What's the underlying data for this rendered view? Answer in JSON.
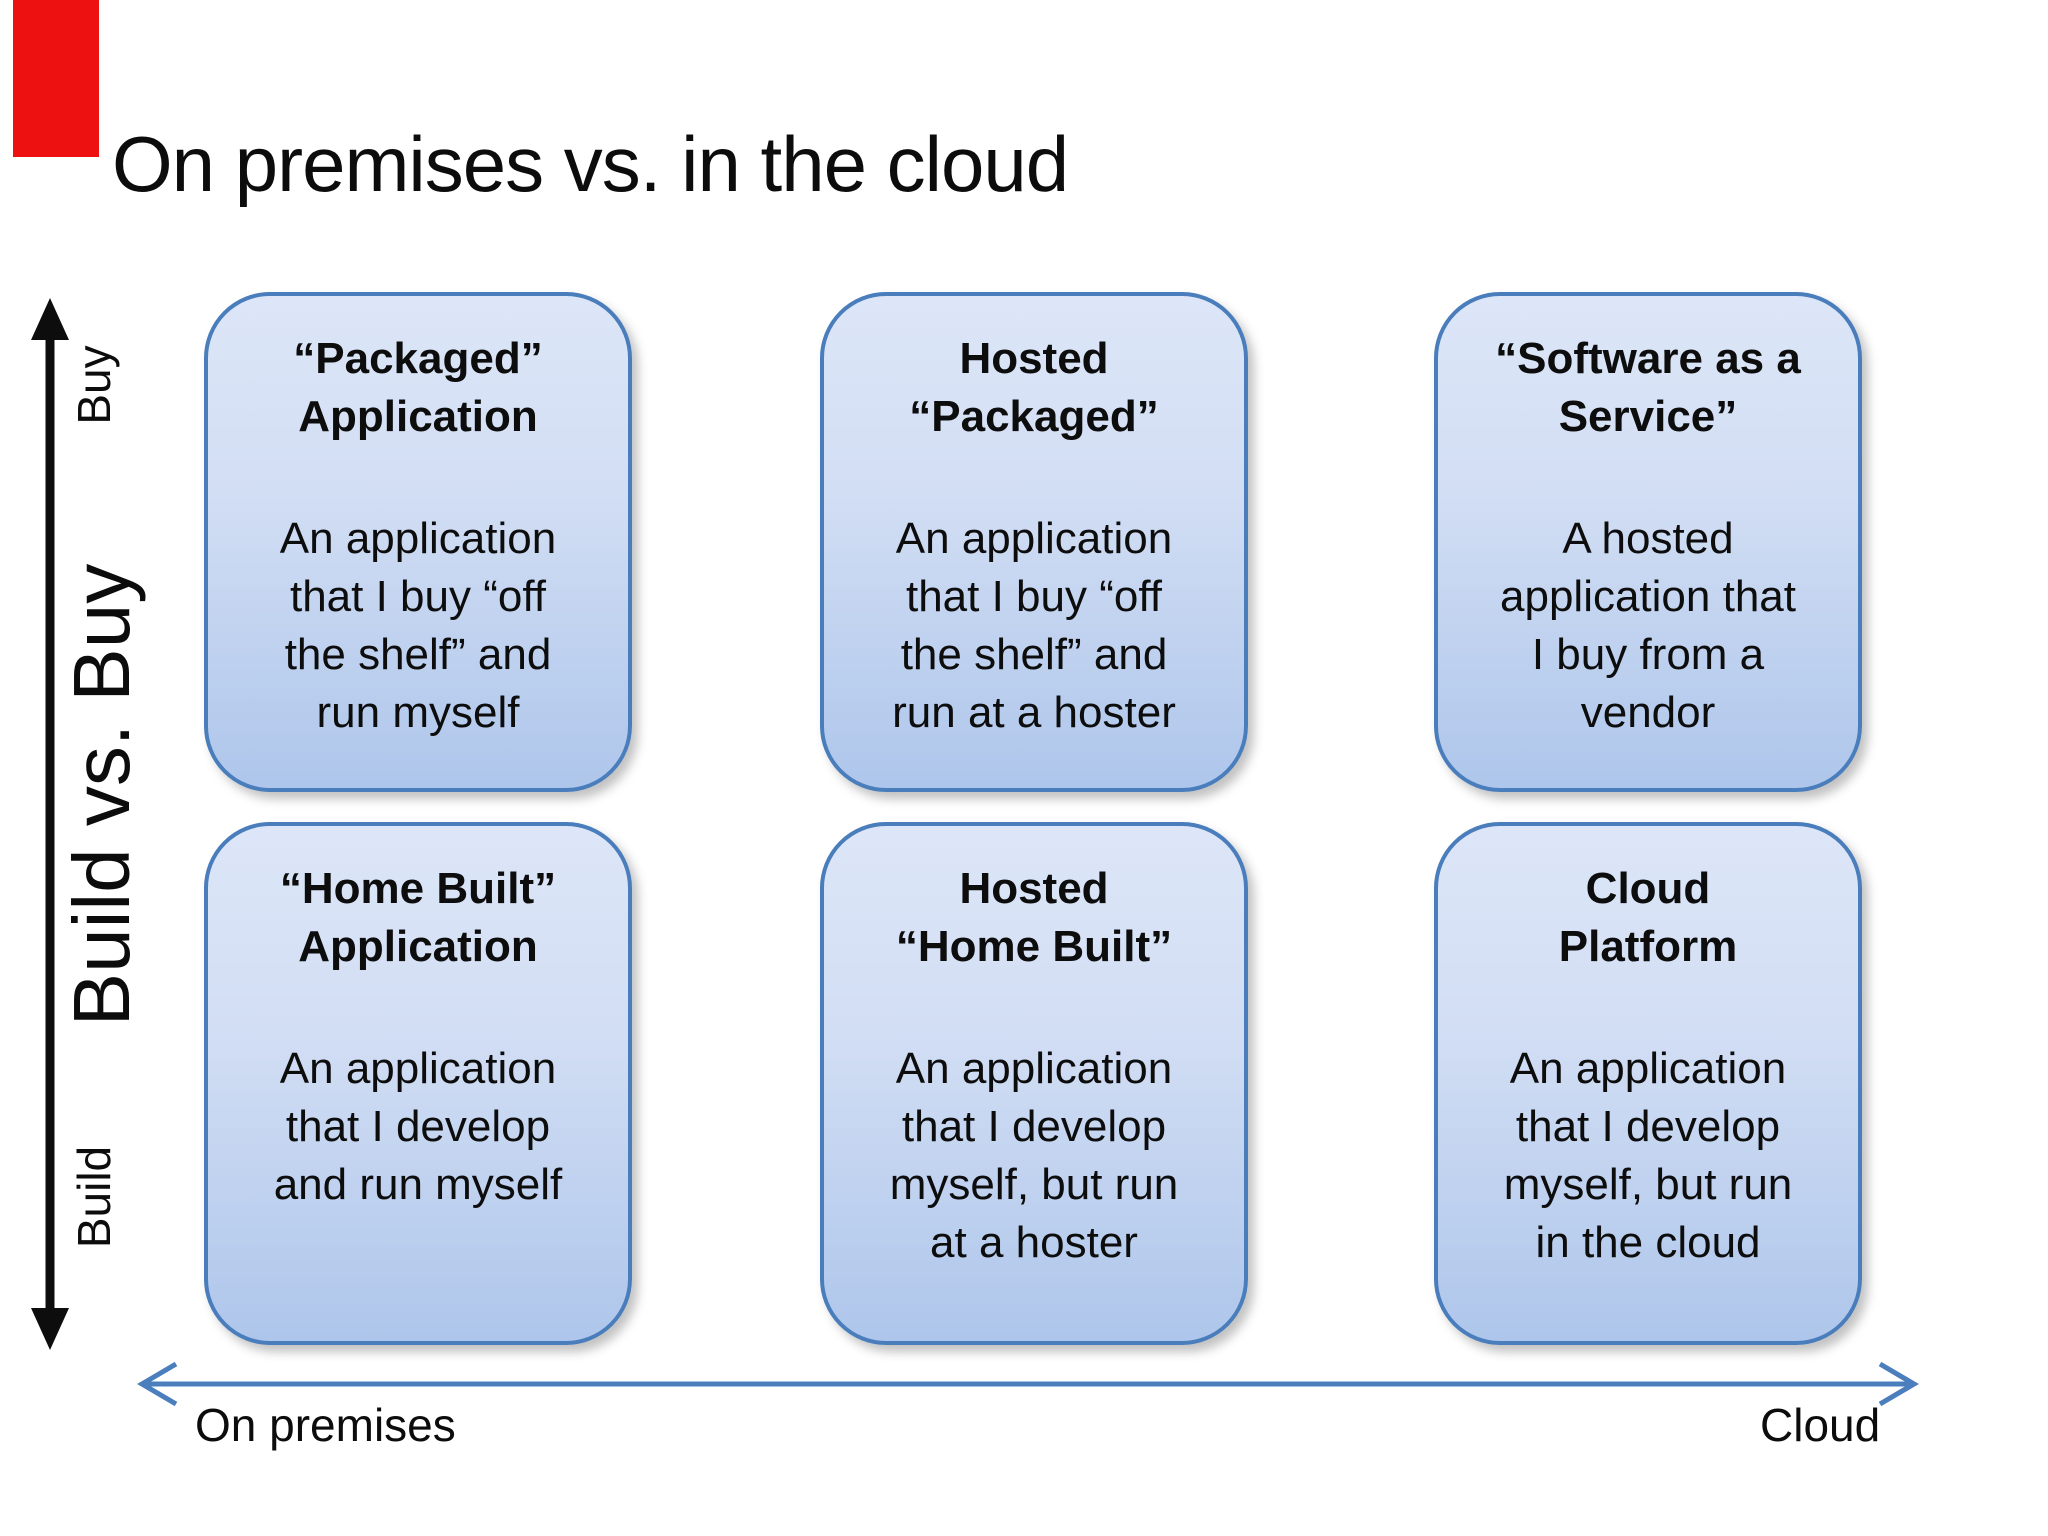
{
  "slide": {
    "title": "On premises vs. in the cloud"
  },
  "y_axis": {
    "top_label": "Buy",
    "middle_label": "Build vs. Buy",
    "bottom_label": "Build"
  },
  "x_axis": {
    "left_label": "On premises",
    "right_label": "Cloud"
  },
  "boxes": [
    {
      "title": "“Packaged”\nApplication",
      "body": "An application\nthat I buy “off\nthe shelf” and\nrun myself"
    },
    {
      "title": "Hosted\n“Packaged”",
      "body": "An application\nthat I buy “off\nthe shelf” and\nrun at a hoster"
    },
    {
      "title": "“Software as a\nService”",
      "body": "A hosted\napplication that\nI buy from a\nvendor"
    },
    {
      "title": "“Home Built”\nApplication",
      "body": "An application\nthat I develop\nand run myself"
    },
    {
      "title": "Hosted\n“Home Built”",
      "body": "An application\nthat I develop\nmyself, but run\nat a hoster"
    },
    {
      "title": "Cloud\nPlatform",
      "body": "An application\nthat I develop\nmyself, but run\nin the cloud"
    }
  ],
  "colors": {
    "red_bar": "#ee1111",
    "box_border": "#4a7dbb",
    "box_fill_top": "#dde6f8",
    "box_fill_bottom": "#aec6eb",
    "axis_blue": "#4a7ebc",
    "axis_black": "#0d0d0d"
  }
}
